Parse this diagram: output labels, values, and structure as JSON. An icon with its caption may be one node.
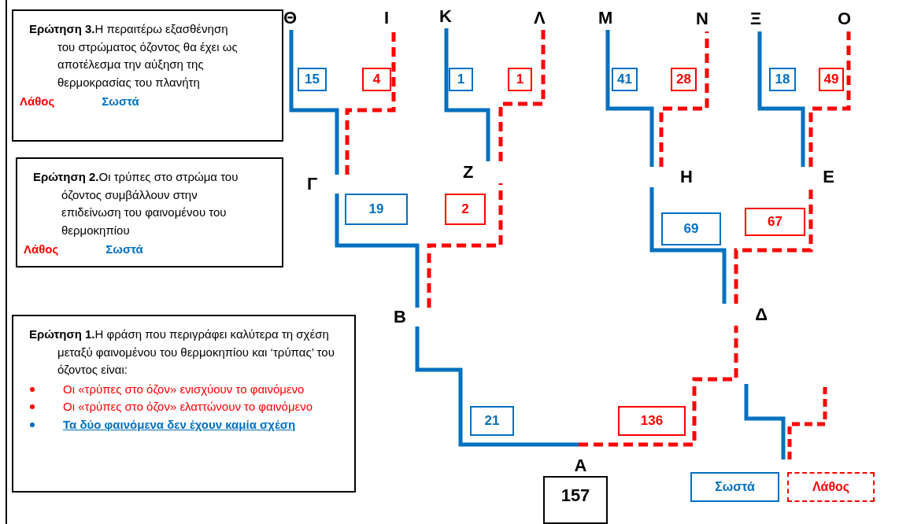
{
  "diagram": {
    "nodes": [
      {
        "text": [
          "**Ερώτηση 3.**Η περαιτέρω εξασθένηση του στρώματος όζοντος θα έχει ως αποτέλεσμα την αύξηση της θερμοκρασίας του πλανήτη",
          "Λάθος",
          "Σωστά"
        ]
      },
      {
        "text": [
          "Θ"
        ]
      },
      {
        "text": [
          "Ι"
        ]
      },
      {
        "text": [
          "Κ"
        ]
      },
      {
        "text": [
          "Λ"
        ]
      },
      {
        "text": [
          "Μ"
        ]
      },
      {
        "text": [
          "Ν"
        ]
      },
      {
        "text": [
          "Ξ"
        ]
      },
      {
        "text": [
          "Ο"
        ]
      },
      {
        "text": [
          "**Ερώτηση 2.**Οι τρύπες στο στρώμα του όζοντος συμβάλλουν στην επιδείνωση του φαινομένου του θερμοκηπίου",
          "Λάθος",
          "Σωστά"
        ]
      },
      {
        "text": [
          "Γ"
        ]
      },
      {
        "text": [
          "Ζ"
        ]
      },
      {
        "text": [
          "Η"
        ]
      },
      {
        "text": [
          "Ε"
        ]
      },
      {
        "text": [
          "Β"
        ]
      },
      {
        "text": [
          "Δ"
        ]
      },
      {
        "text": [
          "**Ερώτηση 1.**Η φράση που περιγράφει καλύτερα τη σχέση μεταξύ φαινομένου του θερμοκηπίου και ‘τρύπας’ του όζοντος είναι:",
          "Οι «τρύπες στο όζον» ενισχύουν το φαινόμενο",
          "Οι «τρύπες στο όζον» ελαττώνουν το φαινόμενο",
          "Τα δύο φαινόμενα δεν έχουν καμία σχέση"
        ]
      },
      {
        "text": [
          "Α"
        ]
      },
      {
        "text": [
          "157"
        ]
      }
    ],
    "edges": [
      {
        "from": 17,
        "to": 14,
        "arrow": "none",
        "label": "21"
      },
      {
        "from": 17,
        "to": 15,
        "arrow": "none",
        "label": "136",
        "style": "dashed",
        "color": "#ff0000"
      },
      {
        "from": 14,
        "to": 10,
        "arrow": "none",
        "label": "19"
      },
      {
        "from": 14,
        "to": 11,
        "arrow": "none",
        "label": "2",
        "style": "dashed",
        "color": "#ff0000"
      },
      {
        "from": 10,
        "to": 1,
        "arrow": "none",
        "label": "15"
      },
      {
        "from": 10,
        "to": 2,
        "arrow": "none",
        "label": "4",
        "style": "dashed",
        "color": "#ff0000"
      },
      {
        "from": 11,
        "to": 3,
        "arrow": "none",
        "label": "1"
      },
      {
        "from": 11,
        "to": 4,
        "arrow": "none",
        "label": "1",
        "style": "dashed",
        "color": "#ff0000"
      },
      {
        "from": 15,
        "to": 12,
        "arrow": "none",
        "label": "69"
      },
      {
        "from": 15,
        "to": 13,
        "arrow": "none",
        "label": "67",
        "style": "dashed",
        "color": "#ff0000"
      },
      {
        "from": 12,
        "to": 5,
        "arrow": "none",
        "label": "41"
      },
      {
        "from": 12,
        "to": 6,
        "arrow": "none",
        "label": "28",
        "style": "dashed",
        "color": "#ff0000"
      },
      {
        "from": 13,
        "to": 7,
        "arrow": "none",
        "label": "18"
      },
      {
        "from": 13,
        "to": 8,
        "arrow": "none",
        "label": "49",
        "style": "dashed",
        "color": "#ff0000"
      }
    ],
    "legend": [
      {
        "text": "Σωστά"
      },
      {
        "text": "Λάθος"
      }
    ]
  }
}
